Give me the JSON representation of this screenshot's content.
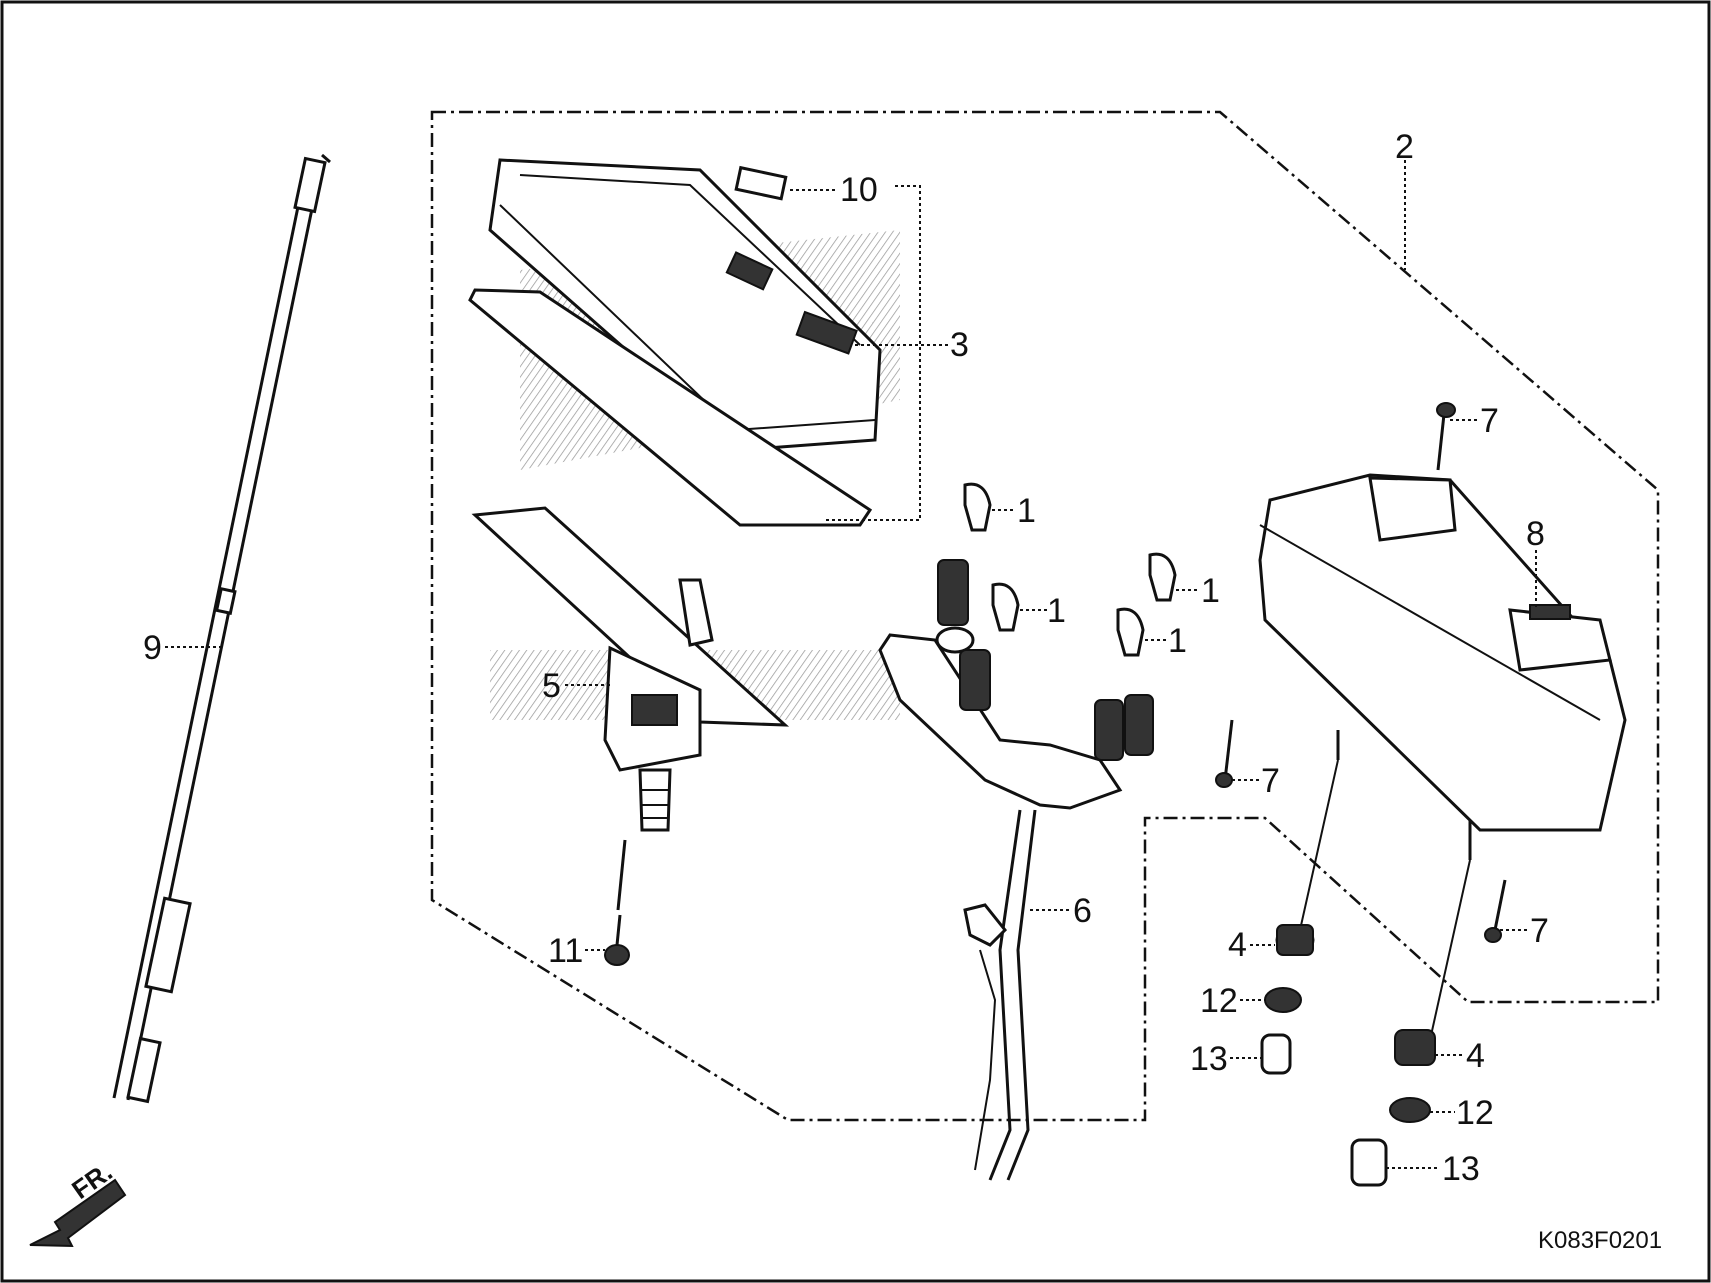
{
  "diagram": {
    "code": "K083F0201",
    "front_marker": "FR.",
    "part_labels": {
      "p1a": "1",
      "p1b": "1",
      "p1c": "1",
      "p1d": "1",
      "p2": "2",
      "p3": "3",
      "p4a": "4",
      "p4b": "4",
      "p5": "5",
      "p6": "6",
      "p7a": "7",
      "p7b": "7",
      "p7c": "7",
      "p8": "8",
      "p9": "9",
      "p10": "10",
      "p11": "11",
      "p12a": "12",
      "p12b": "12",
      "p13a": "13",
      "p13b": "13"
    }
  }
}
